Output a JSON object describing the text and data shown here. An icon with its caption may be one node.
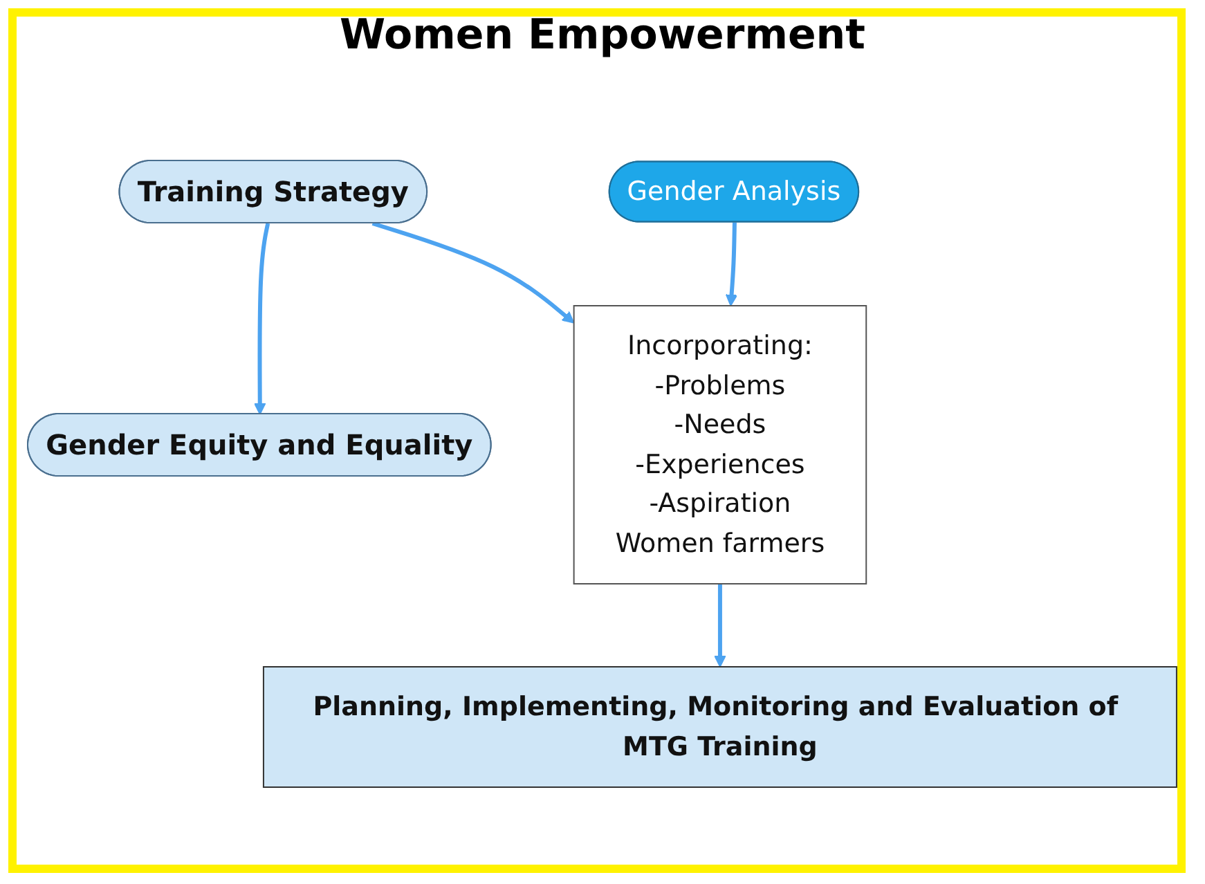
{
  "diagram": {
    "title": "Women Empowerment",
    "nodes": [
      {
        "text": [
          "Gender Equity and Equality"
        ]
      },
      {
        "text": [
          "Training Strategy"
        ]
      },
      {
        "text": [
          "Incorporating:",
          "-Problems",
          "-Needs",
          "-Experiences",
          "-Aspiration",
          "Women farmers"
        ]
      },
      {
        "text": [
          "Gender Analysis"
        ]
      },
      {
        "text": [
          "Planning, Implementing, Monitoring and Evaluation of MTG Training"
        ]
      }
    ],
    "edges": [
      {
        "from": 1,
        "to": 0,
        "arrow": "to"
      },
      {
        "from": 1,
        "to": 2,
        "arrow": "to"
      },
      {
        "from": 3,
        "to": 2,
        "arrow": "to"
      },
      {
        "from": 2,
        "to": 4,
        "arrow": "to"
      }
    ]
  }
}
